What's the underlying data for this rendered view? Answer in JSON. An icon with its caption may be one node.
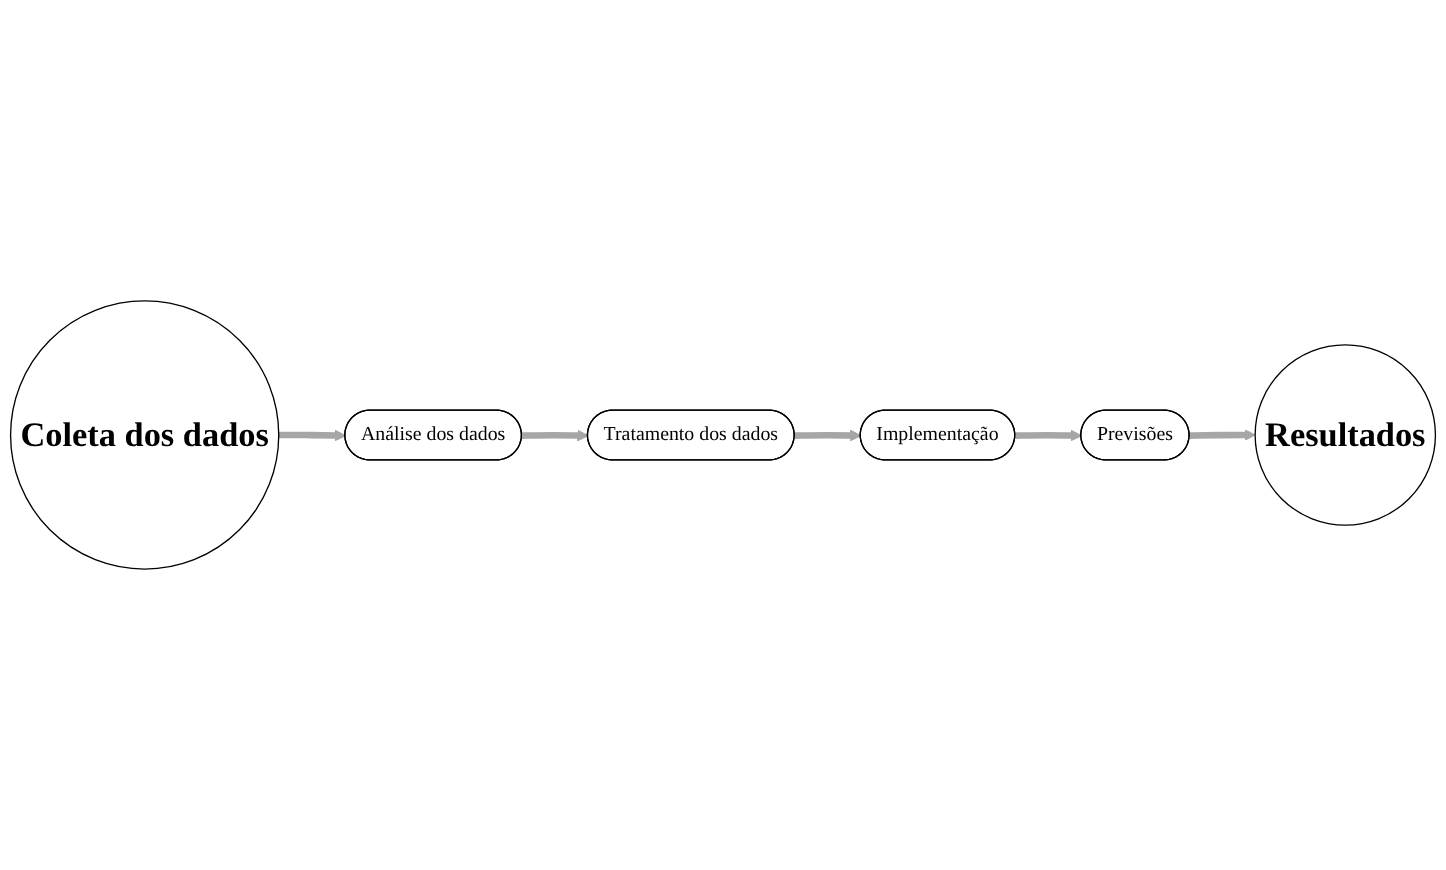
{
  "diagram": {
    "nodes": [
      {
        "text": [
          "Coleta dos dados"
        ]
      },
      {
        "text": [
          "Análise dos dados"
        ]
      },
      {
        "text": [
          "Tratamento dos dados"
        ]
      },
      {
        "text": [
          "Implementação"
        ]
      },
      {
        "text": [
          "Previsões"
        ]
      },
      {
        "text": [
          "Resultados"
        ]
      }
    ],
    "edges": [
      {
        "from": 0,
        "to": 1,
        "arrow": "to"
      },
      {
        "from": 1,
        "to": 2,
        "arrow": "to"
      },
      {
        "from": 2,
        "to": 3,
        "arrow": "to"
      },
      {
        "from": 3,
        "to": 4,
        "arrow": "to"
      },
      {
        "from": 4,
        "to": 5,
        "arrow": "to"
      }
    ]
  }
}
